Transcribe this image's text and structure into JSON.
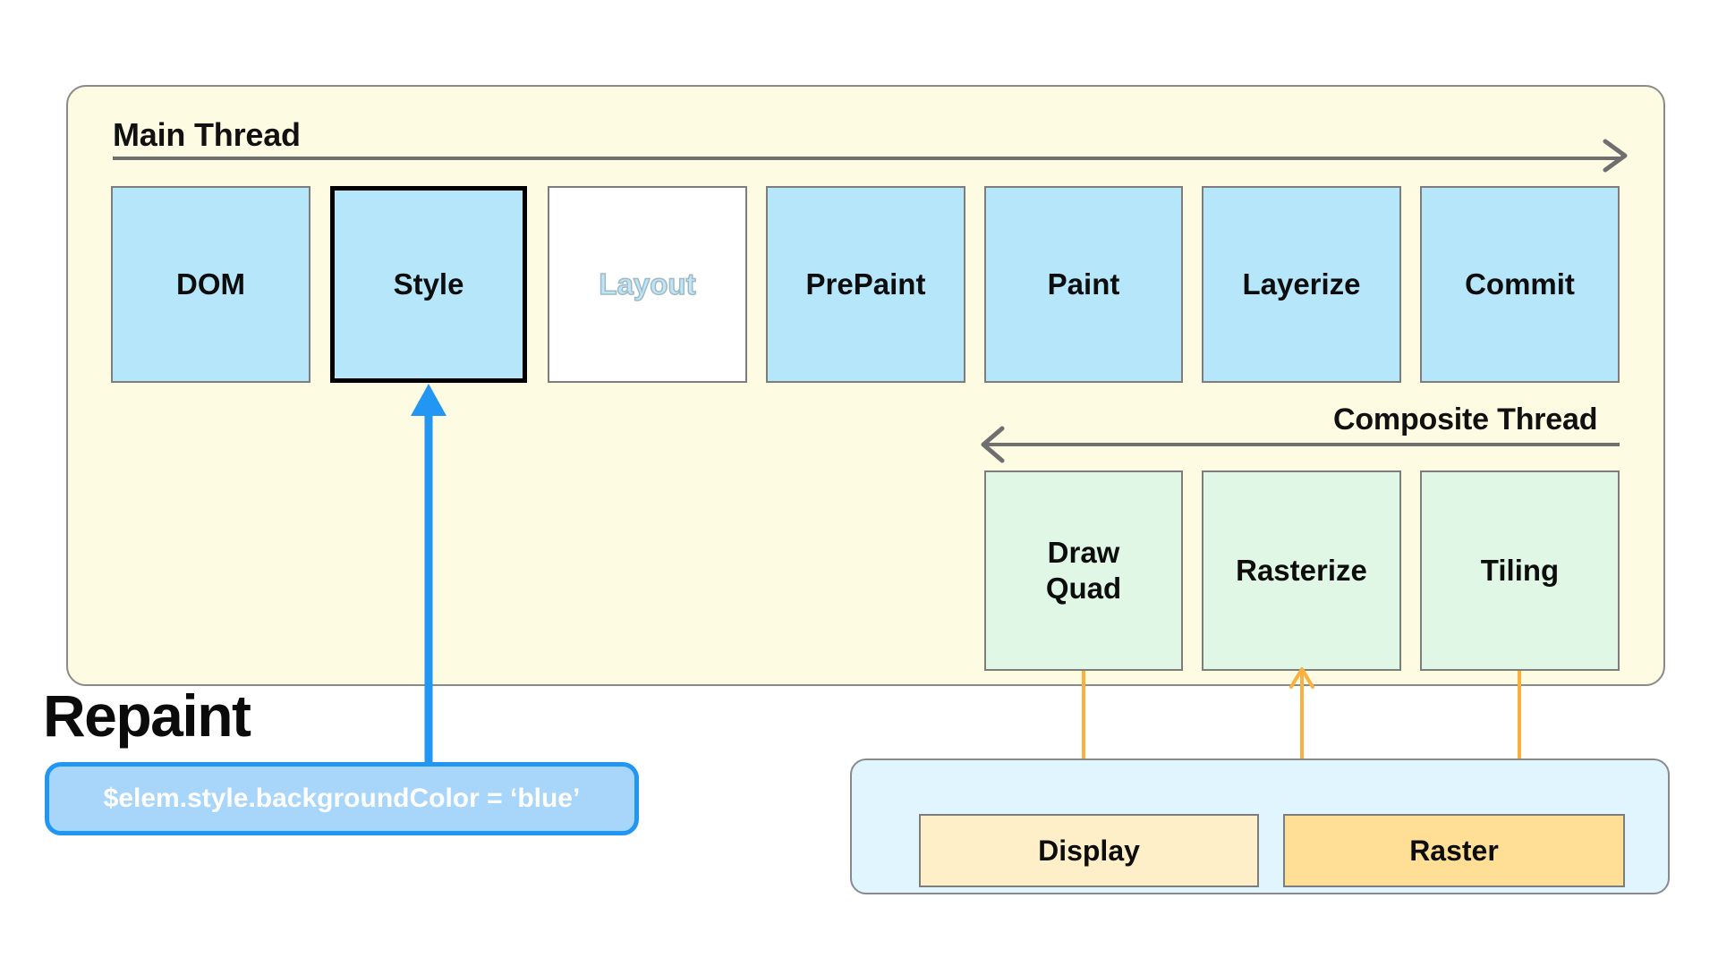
{
  "diagram": {
    "title": "Repaint",
    "code_snippet": "$elem.style.backgroundColor = ‘blue’"
  },
  "colors": {
    "pipeline_bg": "#FDFBE2",
    "main_stage_fill": "#B5E6FA",
    "composite_stage_fill": "#E0F7E5",
    "skipped_fill": "#FFFFFF",
    "skipped_text": "#BEE6F7",
    "gpu_panel_bg": "#E1F5FE",
    "display_fill": "#FFEFC9",
    "raster_fill": "#FFDF96",
    "accent_blue": "#2196F3",
    "code_pill_fill": "#A8D6FB",
    "connector_orange": "#FBB040",
    "border_gray": "#7D7D7D",
    "active_border": "#000000"
  },
  "main_thread": {
    "label": "Main Thread",
    "axis_direction": "right",
    "stages": [
      {
        "label": "DOM",
        "state": "normal"
      },
      {
        "label": "Style",
        "state": "active"
      },
      {
        "label": "Layout",
        "state": "skipped"
      },
      {
        "label": "PrePaint",
        "state": "normal"
      },
      {
        "label": "Paint",
        "state": "normal"
      },
      {
        "label": "Layerize",
        "state": "normal"
      },
      {
        "label": "Commit",
        "state": "normal"
      }
    ]
  },
  "composite_thread": {
    "label": "Composite Thread",
    "axis_direction": "left",
    "stages": [
      {
        "label": "Draw\nQuad",
        "line1": "Draw",
        "line2": "Quad"
      },
      {
        "label": "Rasterize",
        "line1": "Rasterize",
        "line2": ""
      },
      {
        "label": "Tiling",
        "line1": "Tiling",
        "line2": ""
      }
    ]
  },
  "gpu_panel": {
    "boxes": [
      {
        "label": "Display",
        "fill": "#FFEFC9"
      },
      {
        "label": "Raster",
        "fill": "#FFDF96"
      }
    ]
  },
  "connectors": [
    {
      "name": "draw-quad-to-display",
      "direction": "down"
    },
    {
      "name": "raster-to-rasterize",
      "direction": "up"
    },
    {
      "name": "tiling-to-raster",
      "direction": "down"
    },
    {
      "name": "code-to-style",
      "direction": "up",
      "color": "#2196F3"
    }
  ]
}
